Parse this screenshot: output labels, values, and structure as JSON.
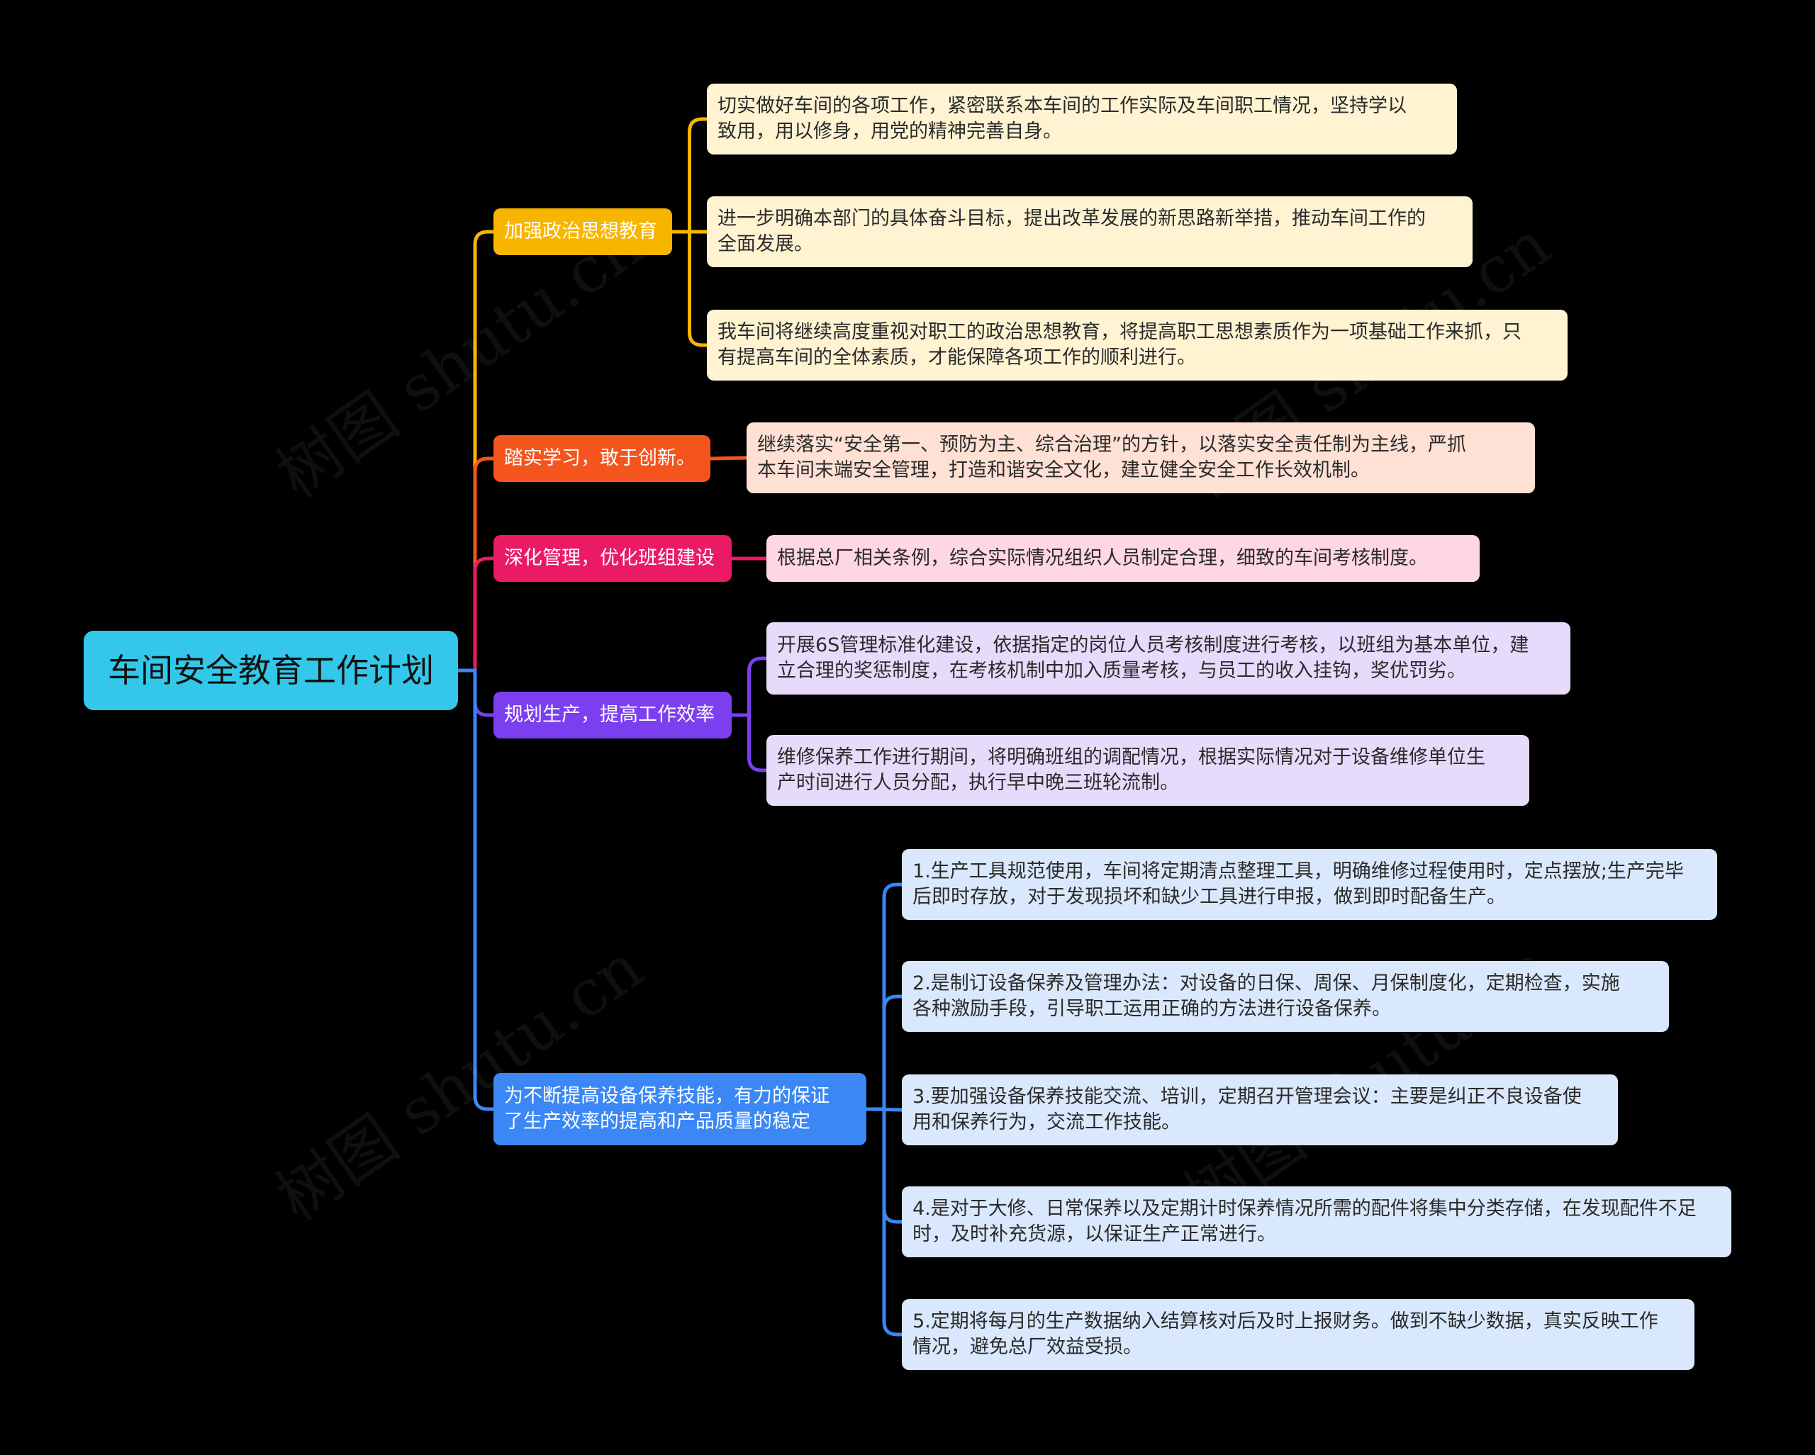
{
  "watermark": "树图 shutu.cn",
  "root": {
    "label": "车间安全教育工作计划",
    "color": "#33c7ea"
  },
  "branches": [
    {
      "label": "加强政治思想教育",
      "color": "#f7b500",
      "leaf_bg": "#fff3d2",
      "leaves": [
        "切实做好车间的各项工作，紧密联系本车间的工作实际及车间职工情况，坚持学以\n致用，用以修身，用党的精神完善自身。",
        "进一步明确本部门的具体奋斗目标，提出改革发展的新思路新举措，推动车间工作的\n全面发展。",
        "我车间将继续高度重视对职工的政治思想教育，将提高职工思想素质作为一项基础工作来抓，只\n有提高车间的全体素质，才能保障各项工作的顺利进行。"
      ]
    },
    {
      "label": "踏实学习，敢于创新。",
      "color": "#f4551c",
      "leaf_bg": "#ffe0d4",
      "leaves": [
        "继续落实“安全第一、预防为主、综合治理”的方针，以落实安全责任制为主线，严抓\n本车间末端安全管理，打造和谐安全文化，建立健全安全工作长效机制。"
      ]
    },
    {
      "label": "深化管理，优化班组建设",
      "color": "#ea1a65",
      "leaf_bg": "#ffd6e4",
      "leaves": [
        "根据总厂相关条例，综合实际情况组织人员制定合理，细致的车间考核制度。"
      ]
    },
    {
      "label": "规划生产，提高工作效率",
      "color": "#7b3ff0",
      "leaf_bg": "#e6dbfb",
      "leaves": [
        "开展6S管理标准化建设，依据指定的岗位人员考核制度进行考核，以班组为基本单位，建\n立合理的奖惩制度，在考核机制中加入质量考核，与员工的收入挂钩，奖优罚劣。",
        "维修保养工作进行期间，将明确班组的调配情况，根据实际情况对于设备维修单位生\n产时间进行人员分配，执行早中晚三班轮流制。"
      ]
    },
    {
      "label": "为不断提高设备保养技能，有力的保证\n了生产效率的提高和产品质量的稳定",
      "color": "#3a87f5",
      "leaf_bg": "#d9e8fd",
      "leaves": [
        "1.生产工具规范使用，车间将定期清点整理工具，明确维修过程使用时，定点摆放;生产完毕\n后即时存放，对于发现损坏和缺少工具进行申报，做到即时配备生产。",
        "2.是制订设备保养及管理办法：对设备的日保、周保、月保制度化，定期检查，实施\n各种激励手段，引导职工运用正确的方法进行设备保养。",
        "3.要加强设备保养技能交流、培训，定期召开管理会议：主要是纠正不良设备使\n用和保养行为，交流工作技能。",
        "4.是对于大修、日常保养以及定期计时保养情况所需的配件将集中分类存储，在发现配件不足\n时，及时补充货源，以保证生产正常进行。",
        "5.定期将每月的生产数据纳入结算核对后及时上报财务。做到不缺少数据，真实反映工作\n情况，避免总厂效益受损。"
      ]
    }
  ]
}
